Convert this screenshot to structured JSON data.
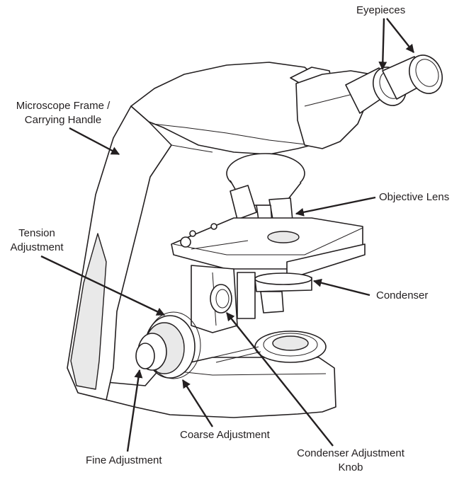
{
  "labels": {
    "eyepieces": "Eyepieces",
    "frame_line1": "Microscope Frame /",
    "frame_line2": "Carrying Handle",
    "objective": "Objective Lens",
    "tension_line1": "Tension",
    "tension_line2": "Adjustment",
    "condenser": "Condenser",
    "coarse": "Coarse Adjustment",
    "fine": "Fine Adjustment",
    "condenser_knob_line1": "Condenser Adjustment",
    "condenser_knob_line2": "Knob"
  },
  "colors": {
    "line": "#231f20",
    "fill": "#ffffff",
    "shade": "#e9e9e9"
  }
}
